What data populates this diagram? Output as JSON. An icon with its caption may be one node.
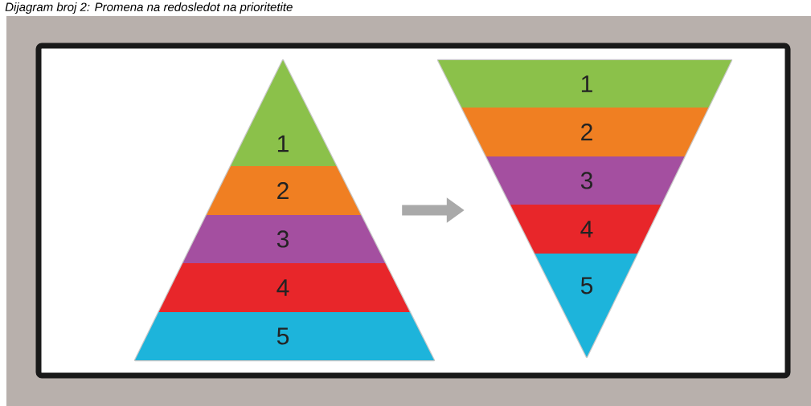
{
  "diagram": {
    "title": "Dijagram broj 2: Promena na redosledot na prioritetite",
    "nodes": [
      {
        "text": [],
        "shape": "triangle"
      },
      {
        "text": [
          "1"
        ],
        "in": 0
      },
      {
        "text": [
          "2"
        ],
        "in": 0
      },
      {
        "text": [
          "3"
        ],
        "in": 0
      },
      {
        "text": [
          "4"
        ],
        "in": 0
      },
      {
        "text": [
          "5"
        ],
        "in": 0
      },
      {
        "text": [],
        "shape": "triangle"
      },
      {
        "text": [
          "1"
        ],
        "in": 6
      },
      {
        "text": [
          "2"
        ],
        "in": 6
      },
      {
        "text": [
          "3"
        ],
        "in": 6
      },
      {
        "text": [
          "4"
        ],
        "in": 6
      },
      {
        "text": [
          "5"
        ],
        "in": 6
      }
    ],
    "edges": [
      {
        "from": 0,
        "to": 6,
        "arrow": "to"
      }
    ]
  }
}
